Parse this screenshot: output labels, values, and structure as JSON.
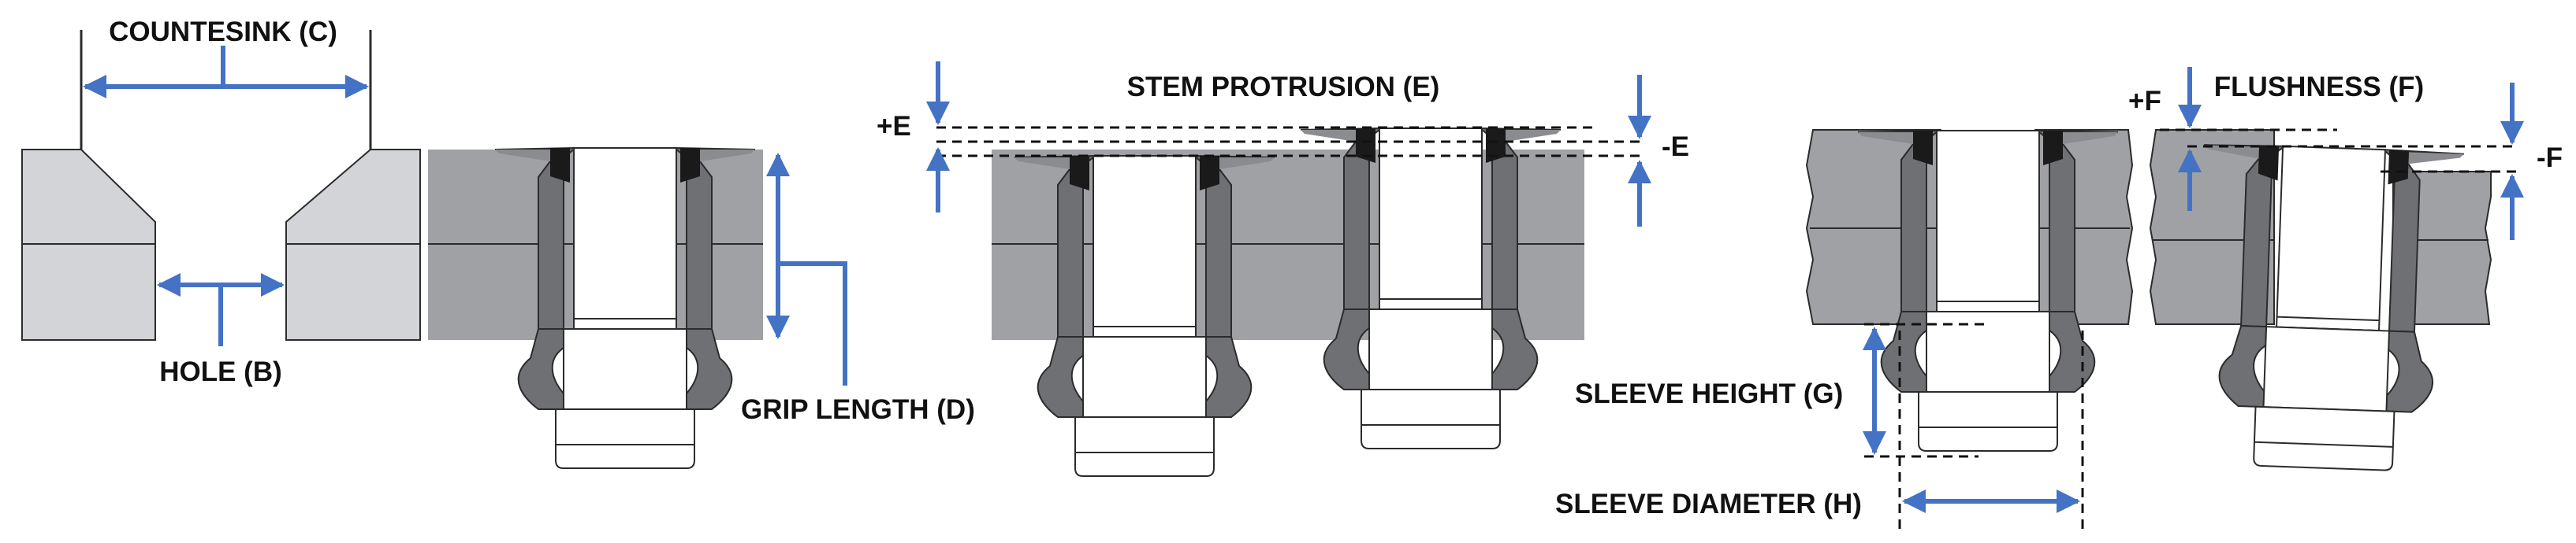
{
  "labels": {
    "countersink": "COUNTESINK (C)",
    "hole": "HOLE (B)",
    "grip_length": "GRIP LENGTH (D)",
    "stem_protrusion": "STEM PROTRUSION (E)",
    "plus_e": "+E",
    "minus_e": "-E",
    "flushness": "FLUSHNESS (F)",
    "plus_f": "+F",
    "minus_f": "-F",
    "sleeve_height": "SLEEVE HEIGHT (G)",
    "sleeve_diameter": "SLEEVE DIAMETER (H)"
  },
  "colors": {
    "arrow": "#4472C4",
    "plate_light": "#D2D4D7",
    "plate_dark": "#9FA1A4",
    "rivet_body": "#A2A4A7",
    "rivet_sleeve": "#6E7073",
    "rivet_head_tip": "#1A1A1A",
    "stem": "#FFFFFF",
    "outline": "#2B2B2B"
  }
}
